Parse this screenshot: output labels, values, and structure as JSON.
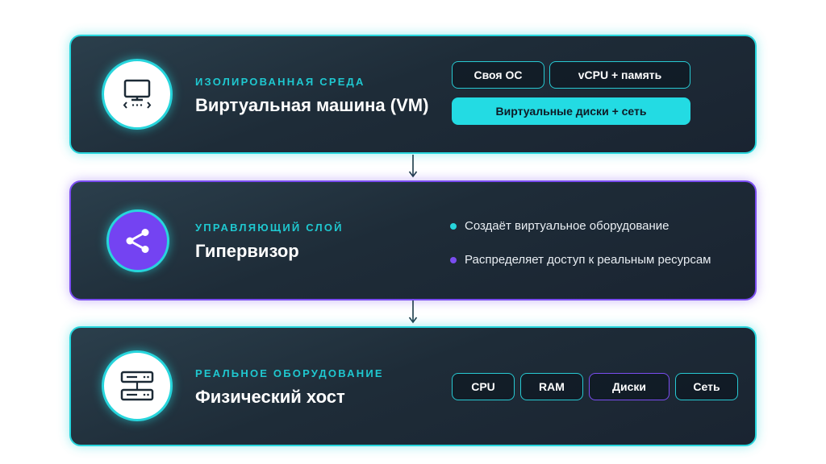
{
  "layers": [
    {
      "eyebrow": "ИЗОЛИРОВАННАЯ СРЕДА",
      "title": "Виртуальная машина (VM)",
      "icon": "monitor-code-icon",
      "tags": [
        "Своя ОС",
        "vCPU + память",
        "Виртуальные диски + сеть"
      ]
    },
    {
      "eyebrow": "УПРАВЛЯЮЩИЙ СЛОЙ",
      "title": "Гипервизор",
      "icon": "share-icon",
      "bullets": [
        "Создаёт виртуальное оборудование",
        "Распределяет доступ к реальным ресурсам"
      ]
    },
    {
      "eyebrow": "РЕАЛЬНОЕ ОБОРУДОВАНИЕ",
      "title": "Физический хост",
      "icon": "server-icon",
      "tags": [
        "CPU",
        "RAM",
        "Диски",
        "Сеть"
      ]
    }
  ],
  "colors": {
    "accent_cyan": "#27d5dc",
    "accent_purple": "#7443f2",
    "card_bg": "#1e2c38"
  }
}
